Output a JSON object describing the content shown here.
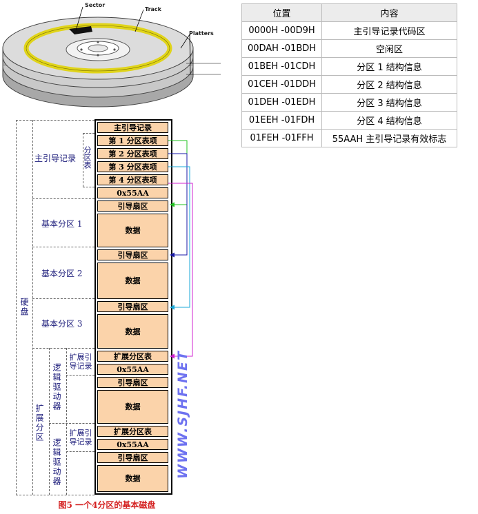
{
  "disk_labels": {
    "sector": "Sector",
    "track": "Track",
    "platters": "Platters"
  },
  "table": {
    "headers": [
      "位置",
      "内容"
    ],
    "rows": [
      [
        "0000H -00D9H",
        "主引导记录代码区"
      ],
      [
        "00DAH -01BDH",
        "空闲区"
      ],
      [
        "01BEH -01CDH",
        "分区 1 结构信息"
      ],
      [
        "01CEH -01DDH",
        "分区 2 结构信息"
      ],
      [
        "01DEH -01EDH",
        "分区 3 结构信息"
      ],
      [
        "01EEH -01FDH",
        "分区 4 结构信息"
      ],
      [
        "01FEH -01FFH",
        "55AAH 主引导记录有效标志"
      ]
    ]
  },
  "blocks": {
    "mbr": "主引导记录",
    "pt1": "第 1 分区表项",
    "pt2": "第 2 分区表项",
    "pt3": "第 3 分区表项",
    "pt4": "第 4 分区表项",
    "sig1": "0x55AA",
    "boot1": "引导扇区",
    "data1": "数据",
    "boot2": "引导扇区",
    "data2": "数据",
    "boot3": "引导扇区",
    "data3": "数据",
    "ext1": "扩展分区表",
    "sig2": "0x55AA",
    "boot4": "引导扇区",
    "data4": "数据",
    "ext2": "扩展分区表",
    "sig3": "0x55AA",
    "boot5": "引导扇区",
    "data5": "数据"
  },
  "labels": {
    "disk": "硬盘",
    "mbr": "主引导记录",
    "partition_table": "分区表",
    "basic1": "基本分区 1",
    "basic2": "基本分区 2",
    "basic3": "基本分区 3",
    "extended": "扩展分区",
    "logical1": "逻辑驱动器",
    "logical2": "逻辑驱动器",
    "ext_boot1": "扩展引导记录",
    "ext_boot2": "扩展引导记录"
  },
  "arrow_colors": {
    "pt1": "#22c322",
    "pt2": "#1a1aa8",
    "pt3": "#18a8d8",
    "pt4": "#d020d0"
  },
  "watermark": "WWW.SJHF.NET",
  "caption": "图5  一个4分区的基本磁盘"
}
